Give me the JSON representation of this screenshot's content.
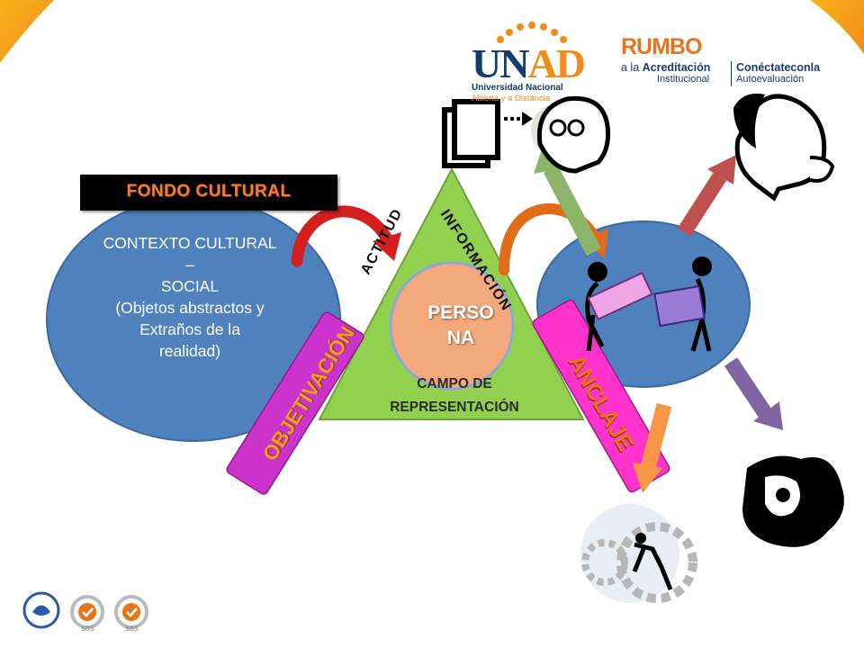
{
  "diagram": {
    "fondo_cultural": "FONDO CULTURAL",
    "contexto_lines": [
      "CONTEXTO CULTURAL",
      "–",
      "SOCIAL",
      "(Objetos abstractos y",
      "Extraños de la",
      "realidad)"
    ],
    "persona_lines": [
      "PERSO",
      "NA"
    ],
    "campo_lines": [
      "CAMPO DE",
      "REPRESENTACIÓN"
    ],
    "actitud": "ACTITUD",
    "informacion": "INFORMACIÓN",
    "objetivacion": "OBJETIVACIÓN",
    "anclaje": "ANCLAJE"
  },
  "logos": {
    "unad_word_a": "UN",
    "unad_word_b": "AD",
    "unad_line1": "Universidad Nacional",
    "unad_line2": "Abierta y a Distancia",
    "rumbo_word": "RUMBO",
    "rumbo_line1_prefix": "a la",
    "rumbo_line1_bold": "Acreditación",
    "rumbo_line2": "Institucional",
    "conectate_line1": "Conéctateconla",
    "conectate_line2": "Autoevaluación",
    "sgs_label": "SGS"
  },
  "colors": {
    "blue_circle": "#4f81bd",
    "green_triangle": "#92d050",
    "persona_fill": "#f4a97d",
    "objetivacion_band": "#cc33cc",
    "anclaje_band": "#ff33cc",
    "accent_orange": "#e3761f",
    "logo_blue": "#0f3d6e"
  }
}
